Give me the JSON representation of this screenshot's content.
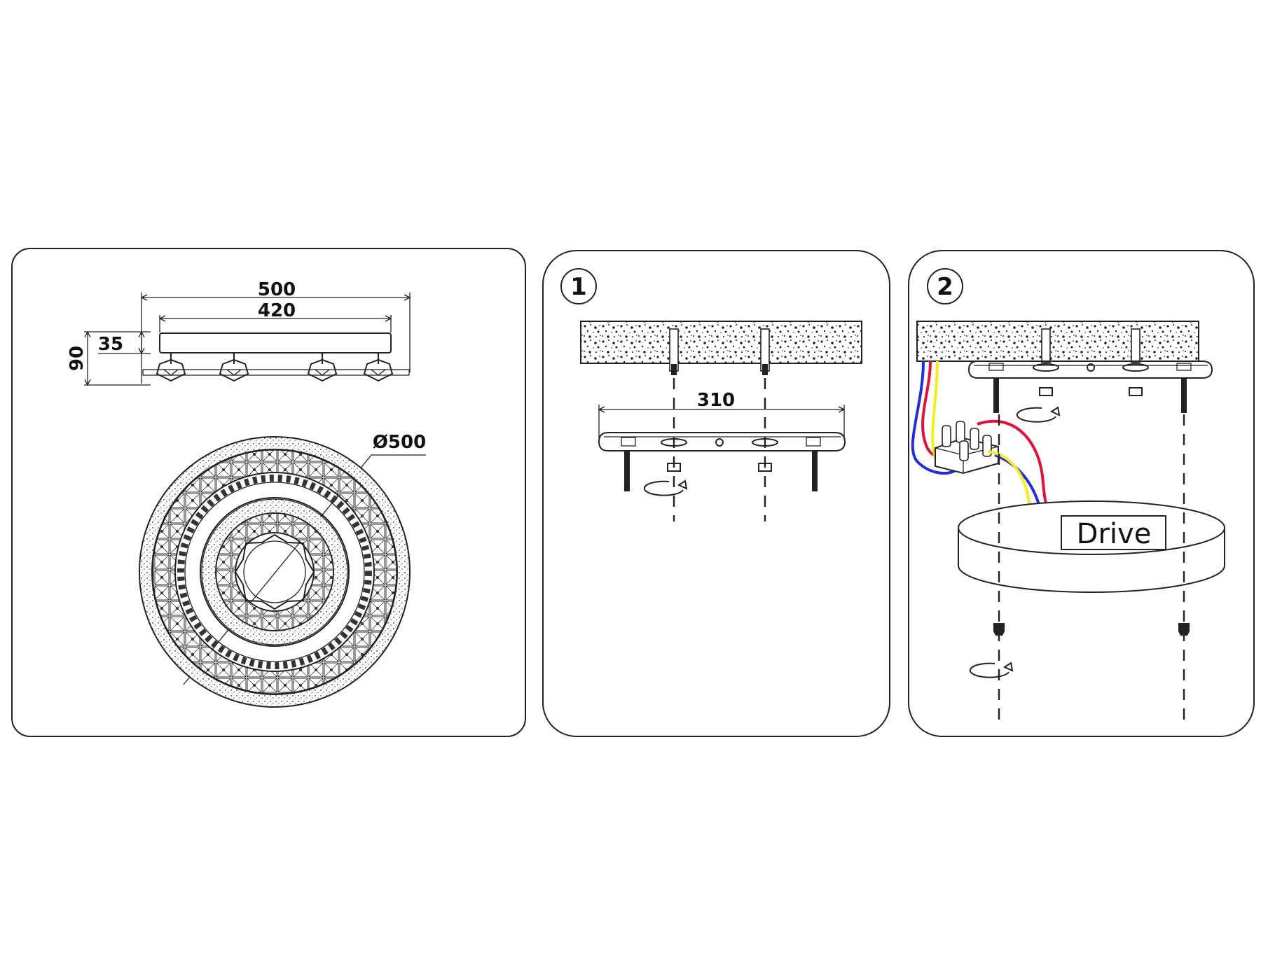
{
  "panel_spec": {
    "dim_total_width": "500",
    "dim_plate_width": "420",
    "dim_height": "90",
    "dim_plate_height": "35",
    "dim_diameter": "Ø500"
  },
  "panel_step1": {
    "step_number": "1",
    "dim_hole_spacing": "310"
  },
  "panel_step2": {
    "step_number": "2",
    "driver_label": "Drive"
  },
  "colors": {
    "wire_red": "#e0123b",
    "wire_blue": "#1f2fe0",
    "wire_yellow": "#f7ec1f",
    "outline": "#222222"
  }
}
